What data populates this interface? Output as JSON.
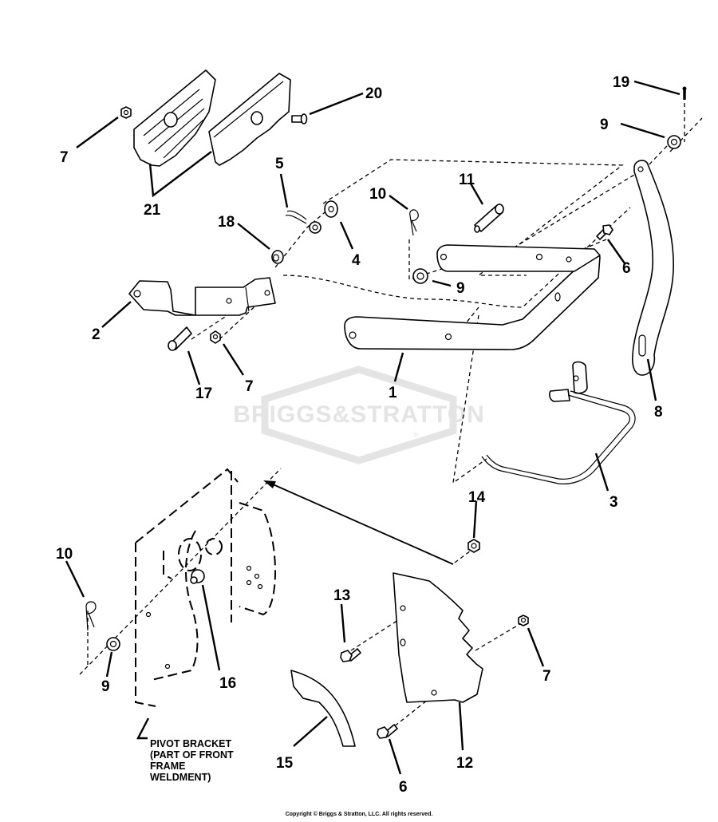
{
  "diagram": {
    "title": "Briggs & Stratton lift / height-adjust linkage exploded parts diagram",
    "watermark": "BRIGGS&STRATTON",
    "watermark_registered": "®",
    "note_lines": [
      "PIVOT BRACKET",
      "(PART OF FRONT",
      "FRAME",
      "WELDMENT)"
    ],
    "copyright": "Copyright © Briggs & Stratton, LLC. All rights reserved.",
    "callouts": [
      {
        "id": "c-19",
        "label": "19",
        "part": "pin"
      },
      {
        "id": "c-9a",
        "label": "9",
        "part": "washer"
      },
      {
        "id": "c-20",
        "label": "20",
        "part": "rivet"
      },
      {
        "id": "c-7a",
        "label": "7",
        "part": "nut"
      },
      {
        "id": "c-21",
        "label": "21",
        "part": "pedal pad kit"
      },
      {
        "id": "c-5",
        "label": "5",
        "part": "spring"
      },
      {
        "id": "c-10a",
        "label": "10",
        "part": "hairpin clip"
      },
      {
        "id": "c-11",
        "label": "11",
        "part": "clevis pin"
      },
      {
        "id": "c-18",
        "label": "18",
        "part": "bushing"
      },
      {
        "id": "c-4",
        "label": "4",
        "part": "washer"
      },
      {
        "id": "c-6a",
        "label": "6",
        "part": "bolt"
      },
      {
        "id": "c-9b",
        "label": "9",
        "part": "washer"
      },
      {
        "id": "c-2",
        "label": "2",
        "part": "bracket"
      },
      {
        "id": "c-1",
        "label": "1",
        "part": "lift arm"
      },
      {
        "id": "c-17",
        "label": "17",
        "part": "pin"
      },
      {
        "id": "c-7b",
        "label": "7",
        "part": "nut"
      },
      {
        "id": "c-8",
        "label": "8",
        "part": "link"
      },
      {
        "id": "c-3",
        "label": "3",
        "part": "lift rod"
      },
      {
        "id": "c-14",
        "label": "14",
        "part": "nut"
      },
      {
        "id": "c-10b",
        "label": "10",
        "part": "hairpin clip"
      },
      {
        "id": "c-13",
        "label": "13",
        "part": "bolt"
      },
      {
        "id": "c-16",
        "label": "16",
        "part": "pivot stud"
      },
      {
        "id": "c-7c",
        "label": "7",
        "part": "nut"
      },
      {
        "id": "c-9c",
        "label": "9",
        "part": "washer"
      },
      {
        "id": "c-15",
        "label": "15",
        "part": "pad"
      },
      {
        "id": "c-12",
        "label": "12",
        "part": "height adjust plate"
      },
      {
        "id": "c-6b",
        "label": "6",
        "part": "bolt"
      }
    ]
  }
}
